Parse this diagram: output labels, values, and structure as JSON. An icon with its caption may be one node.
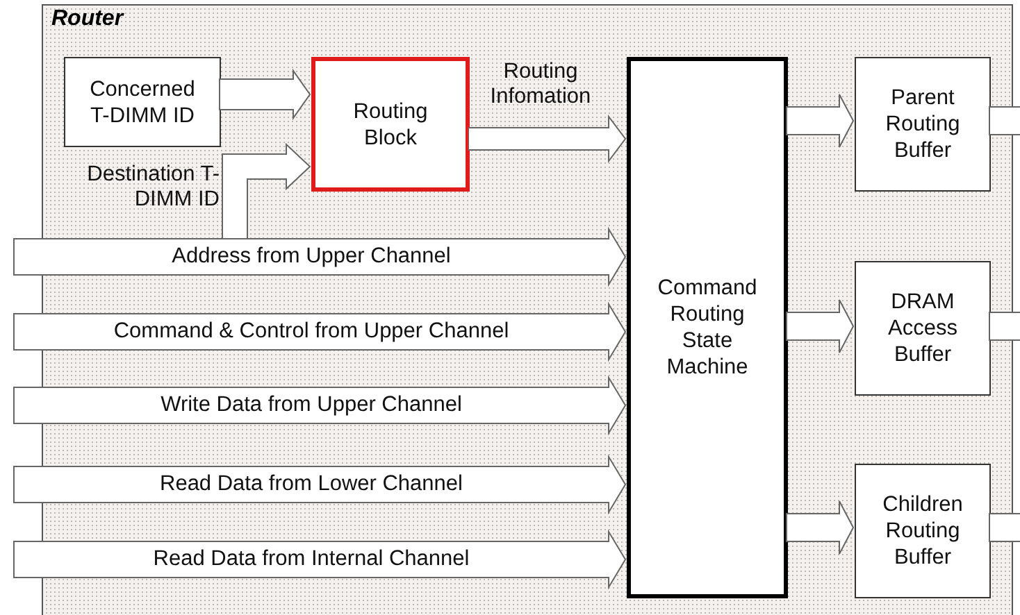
{
  "diagram": {
    "nodes": [
      {
        "text": [
          "Router"
        ]
      },
      {
        "text": [
          "Concerned T-DIMM ID"
        ],
        "in": 0
      },
      {
        "text": [
          "Routing Block"
        ],
        "in": 0
      },
      {
        "text": [
          "Command Routing State Machine"
        ],
        "in": 0
      },
      {
        "text": [
          "Parent Routing Buffer"
        ],
        "in": 0
      },
      {
        "text": [
          "DRAM Access Buffer"
        ],
        "in": 0
      },
      {
        "text": [
          "Children Routing Buffer"
        ],
        "in": 0
      }
    ],
    "edges": [
      {
        "from": 1,
        "to": 2,
        "arrow": "to"
      },
      {
        "from": null,
        "to": 2,
        "arrow": "to",
        "label": "Destination T-DIMM ID"
      },
      {
        "from": 2,
        "to": 3,
        "arrow": "to",
        "label": "Routing Infomation"
      },
      {
        "from": null,
        "to": 3,
        "arrow": "to",
        "label": "Address from Upper Channel"
      },
      {
        "from": null,
        "to": 3,
        "arrow": "to",
        "label": "Command & Control from Upper Channel"
      },
      {
        "from": null,
        "to": 3,
        "arrow": "to",
        "label": "Write Data from Upper Channel"
      },
      {
        "from": null,
        "to": 3,
        "arrow": "to",
        "label": "Read Data from Lower Channel"
      },
      {
        "from": null,
        "to": 3,
        "arrow": "to",
        "label": "Read Data from Internal Channel"
      },
      {
        "from": 3,
        "to": 4,
        "arrow": "to"
      },
      {
        "from": 3,
        "to": 5,
        "arrow": "to"
      },
      {
        "from": 3,
        "to": 6,
        "arrow": "to"
      },
      {
        "from": 4,
        "to": null,
        "arrow": "none"
      },
      {
        "from": 5,
        "to": null,
        "arrow": "none"
      },
      {
        "from": 6,
        "to": null,
        "arrow": "none"
      }
    ]
  }
}
